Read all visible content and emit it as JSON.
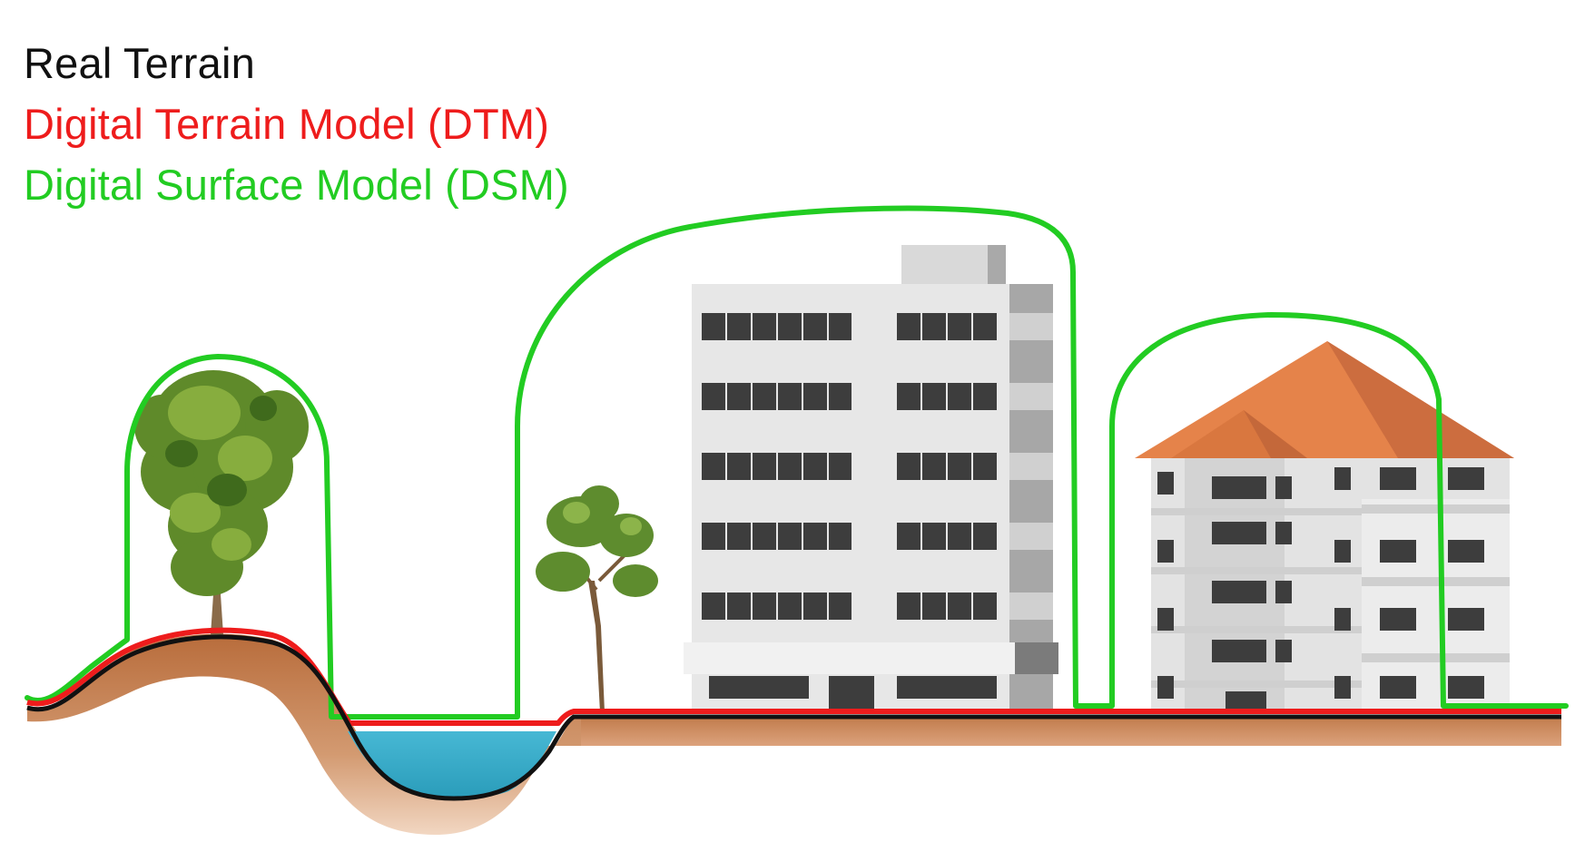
{
  "legend": {
    "items": [
      {
        "label": "Real Terrain",
        "color": "#111111"
      },
      {
        "label": "Digital Terrain Model (DTM)",
        "color": "#ee1c1c"
      },
      {
        "label": "Digital Surface Model (DSM)",
        "color": "#22cc22"
      }
    ]
  },
  "colors": {
    "real_terrain_line": "#111111",
    "dtm_line": "#ee1c1c",
    "dsm_line": "#22cc22",
    "soil": "#c98a5e",
    "water": "#3aaecb",
    "roof": "#e5834a",
    "building_wall": "#e6e6e6",
    "window": "#3d3d3d"
  },
  "scene": {
    "objects": [
      "tree-large",
      "pond",
      "tree-small",
      "office-building",
      "house-building"
    ]
  }
}
